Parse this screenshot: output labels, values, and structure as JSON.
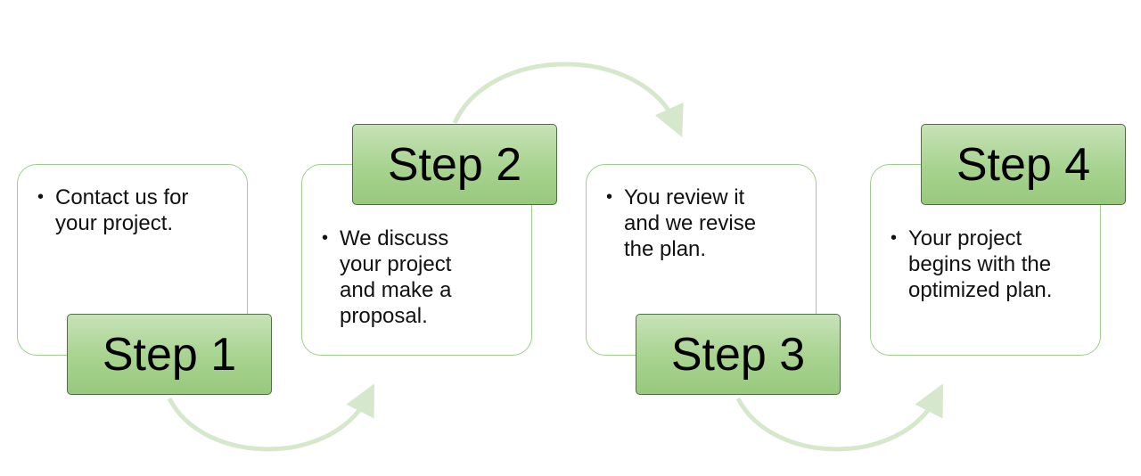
{
  "steps": [
    {
      "label": "Step 1",
      "text": "Contact us for your project."
    },
    {
      "label": "Step 2",
      "text": "We discuss your project and make a proposal."
    },
    {
      "label": "Step 3",
      "text": "You review it and we revise the plan."
    },
    {
      "label": "Step 4",
      "text": "Your project begins with the optimized plan."
    }
  ],
  "colors": {
    "card_border": "#9ccf8a",
    "tag_fill": "#a7d38f",
    "tag_border": "#4f6f44",
    "arrow": "#d6e8cc"
  }
}
